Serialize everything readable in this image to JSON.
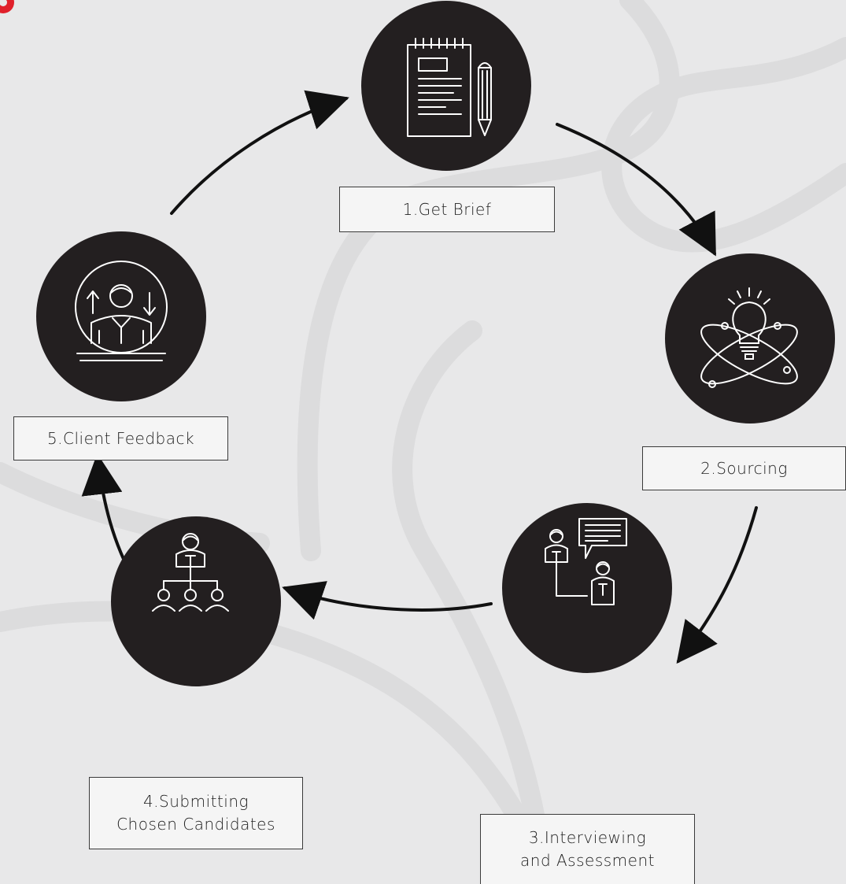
{
  "colors": {
    "background": "#e8e8e9",
    "circle_fill": "#231f20",
    "icon_stroke": "#ffffff",
    "arrow": "#111111",
    "label_border": "#3a3a3a",
    "label_fill": "#f5f5f5",
    "watermark": "#dcdcdd",
    "logo_accent": "#e0202b"
  },
  "steps": [
    {
      "label": "1.Get Brief",
      "icon": "notepad-pencil-icon"
    },
    {
      "label": "2.Sourcing",
      "icon": "lightbulb-atom-icon"
    },
    {
      "label_lines": [
        "3.Interviewing",
        "and Assessment"
      ],
      "icon": "interview-chat-icon"
    },
    {
      "label_lines": [
        "4.Submitting",
        "Chosen Candidates"
      ],
      "icon": "org-chart-icon"
    },
    {
      "label": "5.Client Feedback",
      "icon": "feedback-person-icon"
    }
  ]
}
